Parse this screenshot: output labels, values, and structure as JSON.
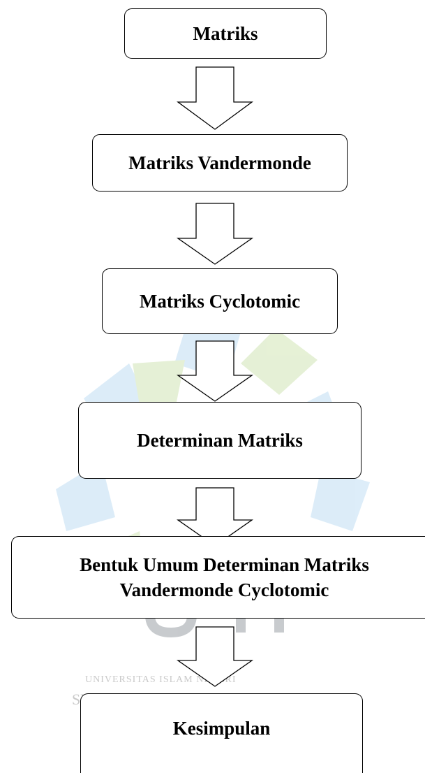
{
  "diagram": {
    "nodes": [
      {
        "label": "Matriks"
      },
      {
        "label": "Matriks Vandermonde"
      },
      {
        "label": "Matriks Cyclotomic"
      },
      {
        "label": "Determinan Matriks"
      },
      {
        "label": "Bentuk Umum Determinan Matriks Vandermonde Cyclotomic"
      },
      {
        "label": "Kesimpulan"
      }
    ]
  },
  "watermark": {
    "line1": "UNIVERSITAS ISLAM NEGERI",
    "line2": "SU"
  },
  "colors": {
    "border": "#000000",
    "watermark_blue": "#d2e6f5",
    "watermark_green": "#e1eecd",
    "watermark_text": "#c9c9c9"
  }
}
